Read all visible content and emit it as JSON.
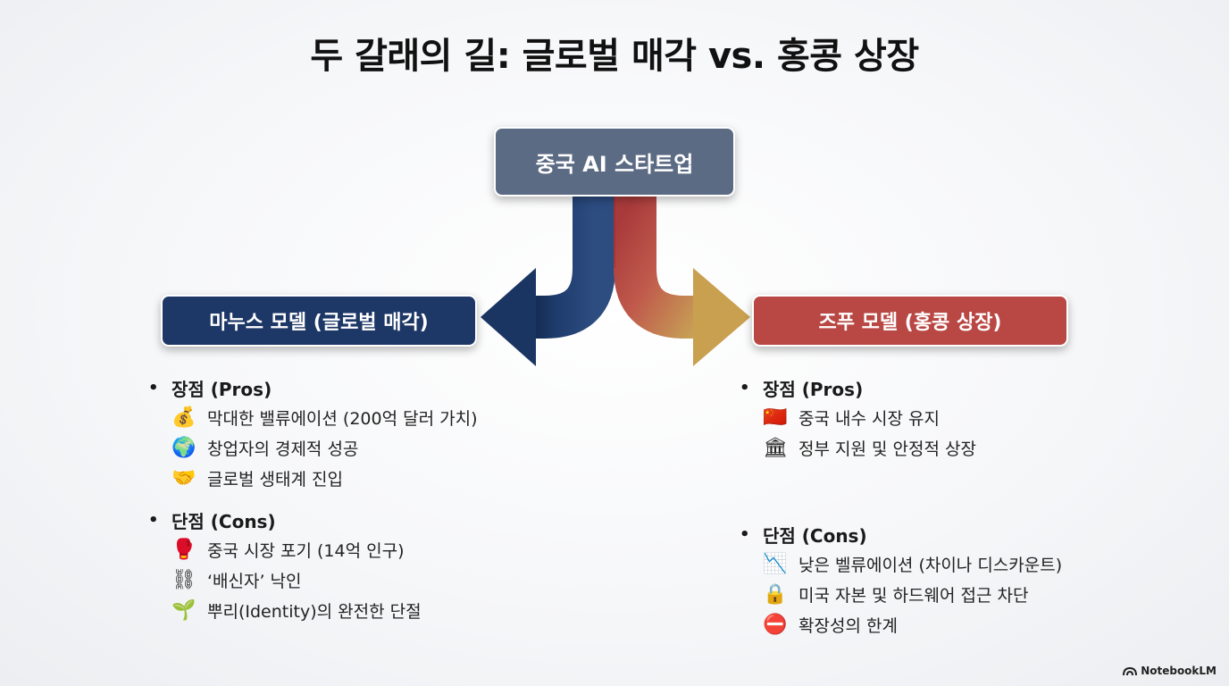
{
  "title": "두 갈래의 길: 글로벌 매각 vs. 홍콩 상장",
  "center_box": {
    "label": "중국 AI 스타트업"
  },
  "left_box": {
    "label": "마누스 모델 (글로벌 매각)"
  },
  "right_box": {
    "label": "즈푸 모델 (홍콩 상장)"
  },
  "left_column": {
    "pros": {
      "heading": "장점 (Pros)",
      "items": [
        {
          "emoji": "💰",
          "text": "막대한 밸류에이션 (200억 달러 가치)"
        },
        {
          "emoji": "🌍",
          "text": "창업자의 경제적 성공"
        },
        {
          "emoji": "🤝",
          "text": "글로벌 생태계 진입"
        }
      ]
    },
    "cons": {
      "heading": "단점 (Cons)",
      "items": [
        {
          "emoji": "🥊",
          "text": "중국 시장 포기 (14억 인구)"
        },
        {
          "emoji": "⛓",
          "text": "‘배신자’ 낙인"
        },
        {
          "emoji": "🌱",
          "text": "뿌리(Identity)의 완전한 단절"
        }
      ]
    }
  },
  "right_column": {
    "pros": {
      "heading": "장점 (Pros)",
      "items": [
        {
          "emoji": "🇨🇳",
          "text": "중국 내수 시장 유지"
        },
        {
          "emoji": "🏛",
          "text": "정부 지원 및 안정적 상장"
        }
      ]
    },
    "cons": {
      "heading": "단점 (Cons)",
      "items": [
        {
          "emoji": "📉",
          "text": "낮은 벨류에이션 (차이나 디스카운트)"
        },
        {
          "emoji": "🔒",
          "text": "미국 자본 및 하드웨어 접근 차단"
        },
        {
          "emoji": "⛔",
          "text": "확장성의 한계"
        }
      ]
    }
  },
  "watermark": {
    "label": "NotebookLM"
  },
  "colors": {
    "center": "#5c6b84",
    "left": "#1d3766",
    "right": "#b94743",
    "gold": "#c9a04f"
  }
}
